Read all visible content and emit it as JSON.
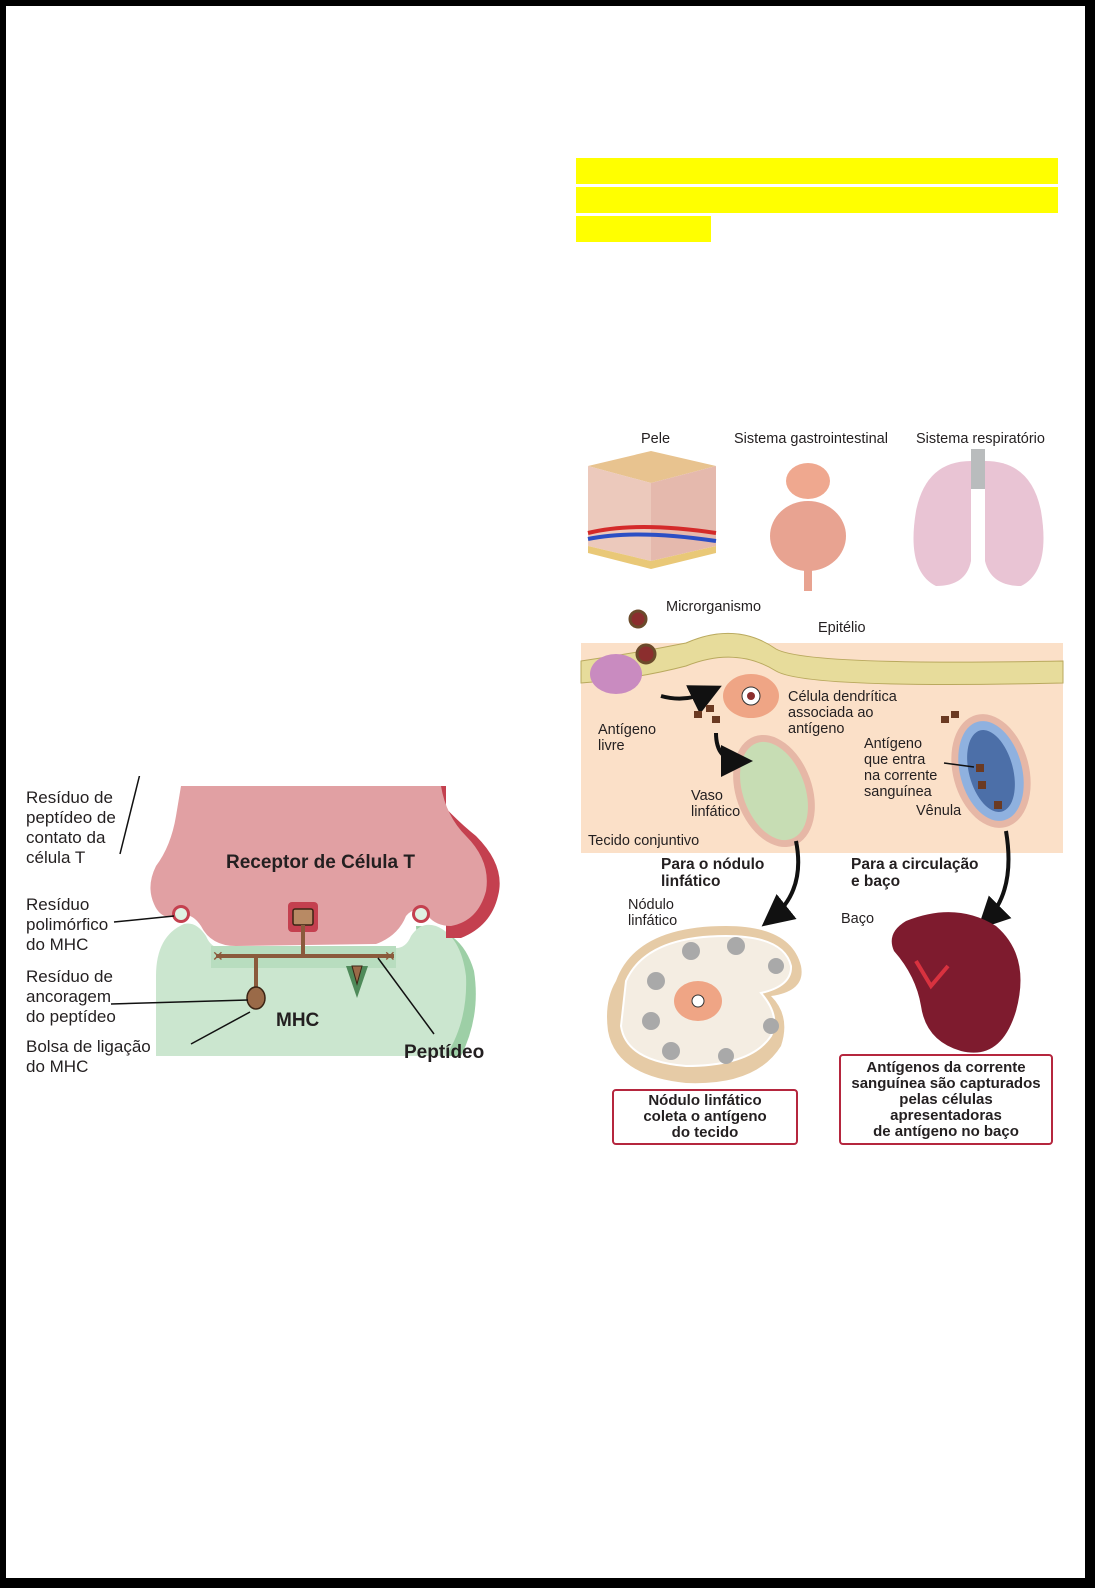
{
  "highlights": {
    "count": 3,
    "color": "#ffff00"
  },
  "figure_tcr_mhc": {
    "labels": {
      "tcr_contact_residue": [
        "Resíduo de",
        "peptídeo de",
        "contato da",
        "célula T"
      ],
      "polymorphic_residue": [
        "Resíduo",
        "polimórfico",
        "do MHC"
      ],
      "anchor_residue": [
        "Resíduo de",
        "ancoragem",
        "do peptídeo"
      ],
      "binding_pocket": [
        "Bolsa de ligação",
        "do MHC"
      ],
      "tcr": "Receptor de Célula T",
      "mhc": "MHC",
      "peptide": "Peptídeo"
    },
    "colors": {
      "tcr": "#e1a0a3",
      "tcr_dark": "#c4404f",
      "mhc": "#cbe6cf",
      "mhc_dark": "#9dcfa6",
      "peptide": "#8a5a3c"
    }
  },
  "figure_antigen_capture": {
    "organs": [
      "Pele",
      "Sistema gastrointestinal",
      "Sistema respiratório"
    ],
    "labels": {
      "microorganism": "Microrganismo",
      "epithelium": "Epitélio",
      "dendritic_cell": [
        "Célula dendrítica",
        "associada ao",
        "antígeno"
      ],
      "free_antigen": [
        "Antígeno",
        "livre"
      ],
      "antigen_blood": [
        "Antígeno",
        "que entra",
        "na corrente",
        "sanguínea"
      ],
      "lymph_vessel": [
        "Vaso",
        "linfático"
      ],
      "venule": "Vênula",
      "connective_tissue": "Tecido conjuntivo",
      "to_lymph_node": [
        "Para o nódulo",
        "linfático"
      ],
      "to_circulation": [
        "Para a circulação",
        "e baço"
      ],
      "lymph_node": [
        "Nódulo",
        "linfático"
      ],
      "spleen": "Baço"
    },
    "callouts": {
      "lymph_node": [
        "Nódulo linfático",
        "coleta o antígeno",
        "do tecido"
      ],
      "spleen": [
        "Antígenos da corrente",
        "sanguínea são capturados",
        "pelas células",
        "apresentadoras",
        "de antígeno no baço"
      ]
    },
    "colors": {
      "tissue": "#fbe0c8",
      "epithelium": "#e7dc9b",
      "callout_border": "#b5263e",
      "spleen": "#7e1b2e"
    }
  }
}
